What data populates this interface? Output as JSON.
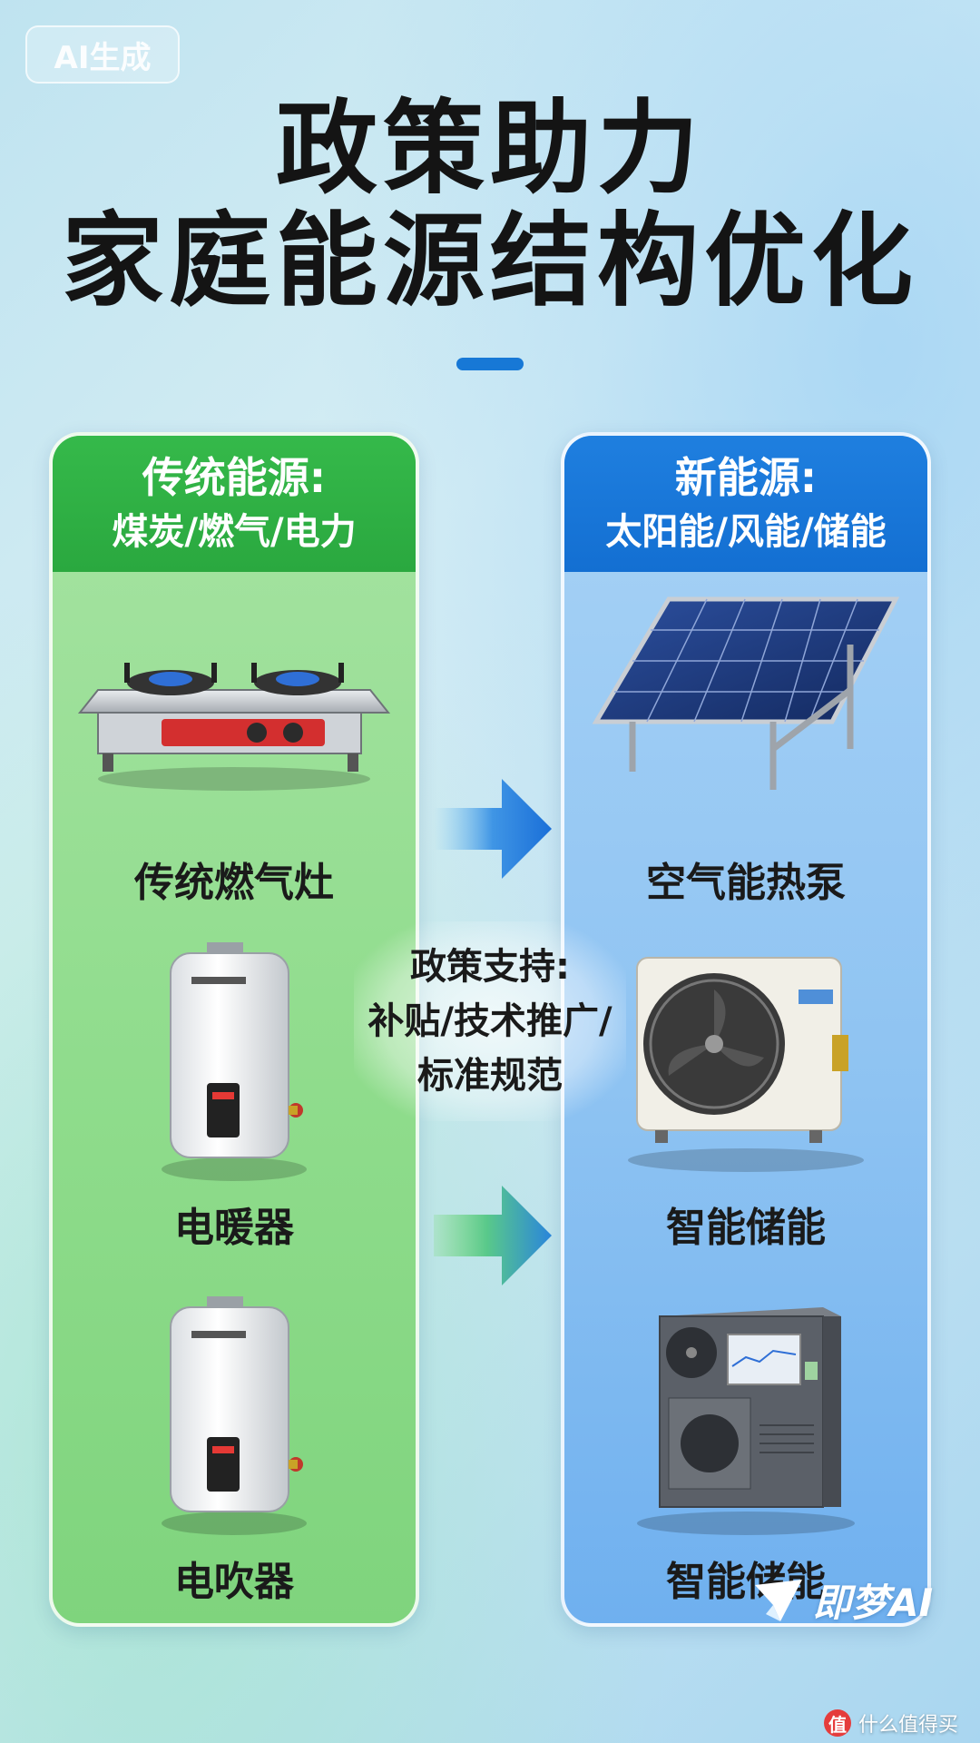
{
  "watermark": {
    "ai_label": "AI生成"
  },
  "title": {
    "line1": "政策助力",
    "line2": "家庭能源结构优化"
  },
  "left_panel": {
    "heading": "传统能源:",
    "subheading": "煤炭/燃气/电力",
    "items": [
      {
        "label": "传统燃气灶",
        "icon": "gas-stove"
      },
      {
        "label": "电暖器",
        "icon": "water-heater"
      },
      {
        "label": "电吹器",
        "icon": "water-heater"
      }
    ]
  },
  "right_panel": {
    "heading": "新能源:",
    "subheading": "太阳能/风能/储能",
    "items": [
      {
        "label": "空气能热泵",
        "icon": "solar-panel"
      },
      {
        "label": "智能储能",
        "icon": "air-source-unit"
      },
      {
        "label": "智能储能",
        "icon": "energy-storage-cabinet"
      }
    ]
  },
  "policy": {
    "line1": "政策支持:",
    "line2": "补贴/技术推广/",
    "line3": "标准规范"
  },
  "brand": {
    "name": "即梦AI"
  },
  "footer": {
    "site": "什么值得买",
    "icon_glyph": "值"
  },
  "colors": {
    "traditional_header": "#2aa83f",
    "new_energy_header": "#136fd2",
    "title_bar": "#1778d6",
    "title_text": "#141414"
  }
}
